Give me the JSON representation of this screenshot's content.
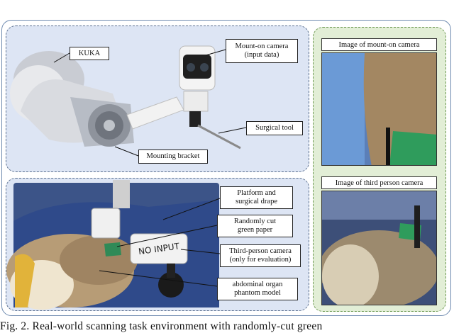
{
  "top_title": "Fig. 2 (illustration)",
  "labels": {
    "kuka": "KUKA",
    "mount_camera": "Mount-on camera\n(input data)",
    "surgical_tool": "Surgical tool",
    "mounting_bracket": "Mounting bracket",
    "platform": "Platform and\nsurgical drape",
    "green_paper": "Randomly cut\ngreen paper",
    "third_camera": "Third-person camera\n(only for evaluation)",
    "phantom": "abdominal organ\nphantom model"
  },
  "right_panel": {
    "mount_image_title": "Image of mount-on camera",
    "third_image_title": "Image of third person camera"
  },
  "photo_text": {
    "no_input": "NO INPUT"
  },
  "caption": "Fig. 2.   Real-world scanning task environment with randomly-cut green"
}
